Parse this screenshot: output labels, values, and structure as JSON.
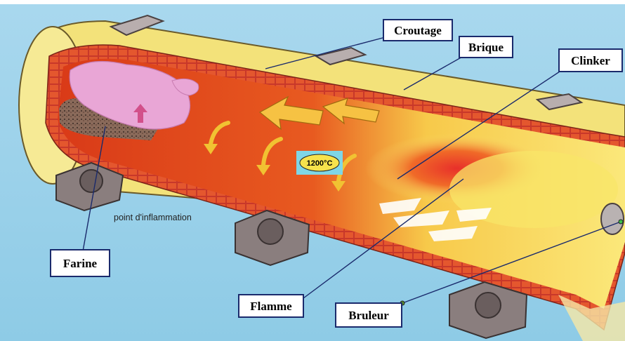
{
  "diagram": {
    "temperature": "1200°C",
    "caption": "point d'inflammation",
    "labels": {
      "croutage": "Croutage",
      "brique": "Brique",
      "clinker": "Clinker",
      "farine": "Farine",
      "flamme": "Flamme",
      "bruleur": "Bruleur"
    },
    "colors": {
      "background": "#9fd3ea",
      "shell": "#f3e27a",
      "brick": "#c8382a",
      "interior": "#e24a20",
      "flame": "#f8e668",
      "raw_meal": "#e9a6d6",
      "label_border": "#1a2a6c",
      "support": "#7a6e6e"
    }
  }
}
